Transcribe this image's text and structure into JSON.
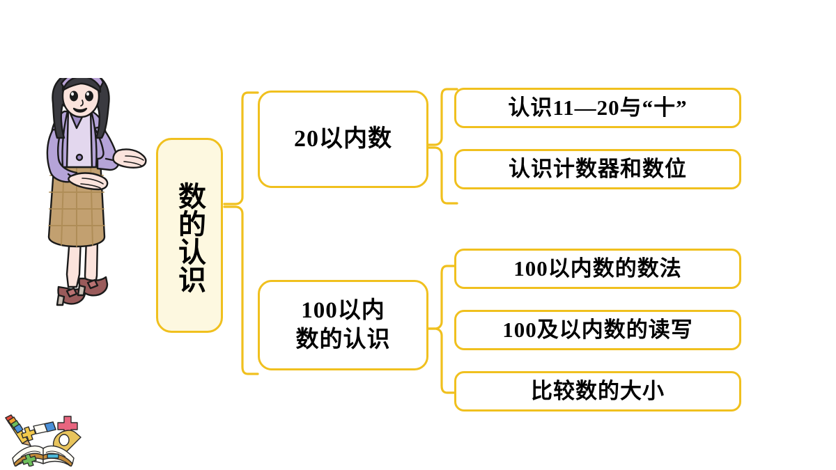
{
  "diagram": {
    "type": "mind-map",
    "title": "数的认识",
    "background_color": "#FFFFFF",
    "accent_color": "#F0C01E",
    "root_fill_color": "#FDF8E0",
    "node_fill_color": "#FFFFFF",
    "text_color": "#000000",
    "root": {
      "label": "数的认识",
      "orientation": "vertical"
    },
    "branches": [
      {
        "label": "20以内数",
        "children": [
          {
            "label": "认识11—20与“十”"
          },
          {
            "label": "认识计数器和数位"
          }
        ]
      },
      {
        "label_line1": "100以内",
        "label_line2": "数的认识",
        "children": [
          {
            "label": "100以内数的数法"
          },
          {
            "label": "100及以内数的读写"
          },
          {
            "label": "比较数的大小"
          }
        ]
      }
    ]
  },
  "illustration": {
    "teacher": {
      "name": "teacher-figure",
      "description": "卡通女教师",
      "hair_color": "#3A3A40",
      "headband_color": "#B9A3D6",
      "jacket_color": "#B5A4D8",
      "jacket_shade_color": "#9C8AC4",
      "inner_top_color": "#E3D7EE",
      "skin_color": "#FBE3DC",
      "skirt_color": "#C2A070",
      "skirt_check_color": "#A9874F",
      "shoe_color": "#9A5B5B",
      "outline_color": "#1A1A1A"
    },
    "stationery": {
      "name": "book-and-supplies",
      "description": "打开的书本与文具",
      "book_color": "#FFFDF5",
      "book_edge_color": "#C48C3A",
      "pencil_colors": [
        "#E64A3B",
        "#F29F2E",
        "#F7D93C",
        "#5BB85B",
        "#4A90D9"
      ],
      "eraser_color": "#4A90D9",
      "ruler_color": "#E8C45C",
      "plus_pink_color": "#E8657F",
      "plus_green_color": "#6DBE5C",
      "plus_yellow_color": "#F2C94C"
    }
  }
}
